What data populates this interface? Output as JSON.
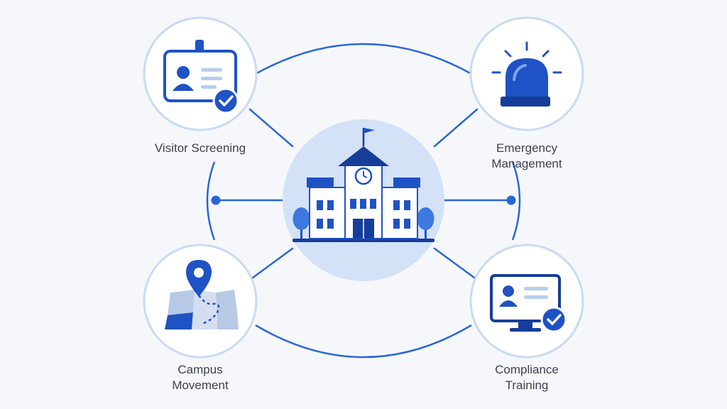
{
  "diagram": {
    "colors": {
      "background": "#f6f7fa",
      "ring_stroke": "#c9daf6",
      "circle_fill": "#ffffff",
      "line": "#2a67d6",
      "primary": "#1f52c4",
      "dark": "#163d9a",
      "light": "#dde8fb",
      "center_fill": "#d4e2f8"
    },
    "center": {
      "name": "school",
      "icon": "school-building-icon"
    },
    "nodes": [
      {
        "id": "visitor",
        "label_lines": [
          "Visitor Screening"
        ],
        "icon": "id-badge-check-icon"
      },
      {
        "id": "emergency",
        "label_lines": [
          "Emergency",
          "Management"
        ],
        "icon": "emergency-siren-icon"
      },
      {
        "id": "campus",
        "label_lines": [
          "Campus",
          "Movement"
        ],
        "icon": "map-pin-route-icon"
      },
      {
        "id": "compliance",
        "label_lines": [
          "Compliance",
          "Training"
        ],
        "icon": "monitor-profile-check-icon"
      }
    ]
  }
}
